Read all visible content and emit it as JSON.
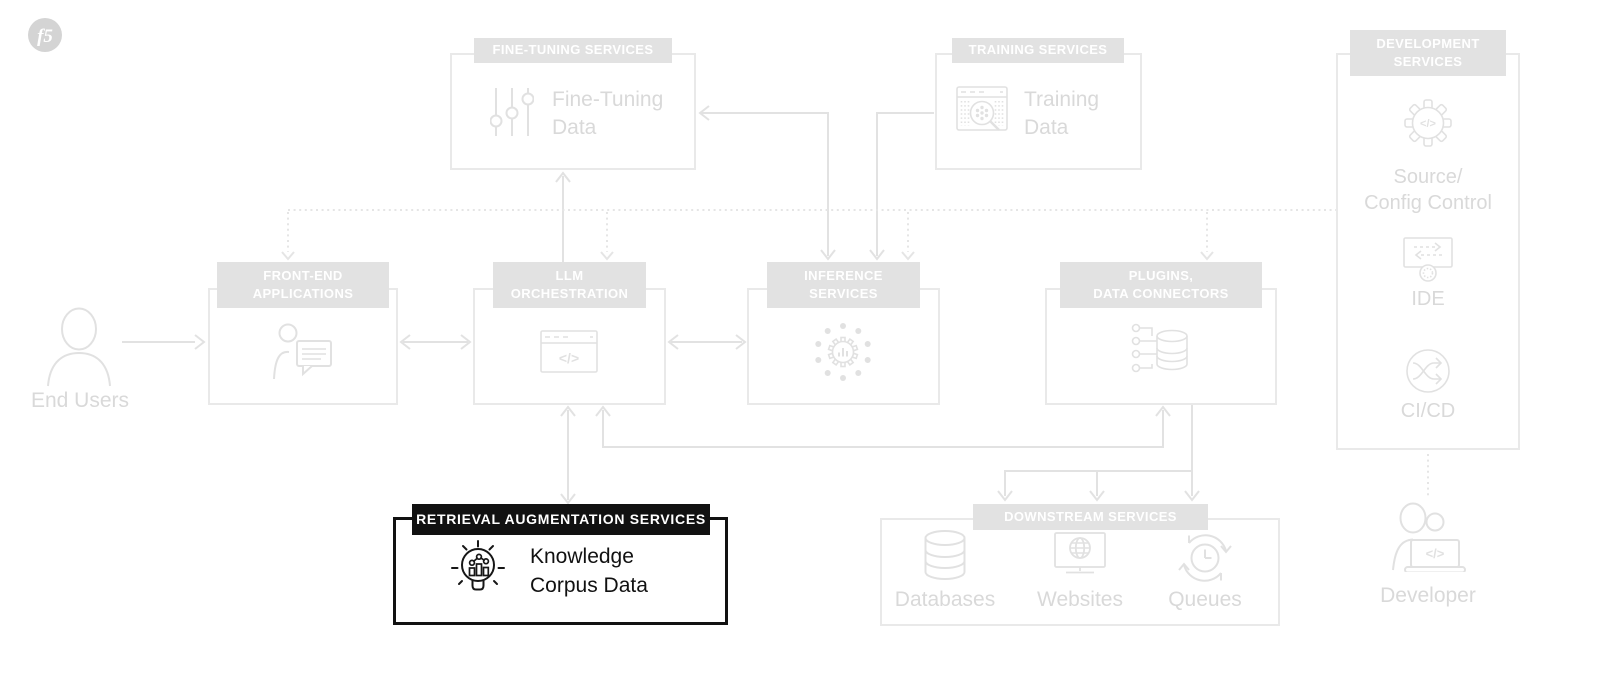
{
  "brand": {
    "logo": "f5"
  },
  "colors": {
    "highlight": "#111111",
    "faded_border": "#e9e9e9",
    "faded_fill": "#e2e2e2",
    "faded_text": "#d9d9d9",
    "header_text": "#ffffff"
  },
  "icons": {
    "code_glyph": "</>",
    "names": [
      "f5-logo-icon",
      "sliders-icon",
      "data-search-icon",
      "gear-code-icon",
      "ide-icon",
      "cicd-icon",
      "person-icon",
      "chat-user-icon",
      "browser-code-icon",
      "ai-gear-icon",
      "data-connector-icon",
      "bulb-chart-icon",
      "database-icon",
      "website-icon",
      "queues-icon",
      "developer-icon"
    ]
  },
  "diagram": {
    "fine_tuning": {
      "header": "FINE-TUNING SERVICES",
      "label": "Fine-Tuning\nData",
      "icon": "sliders-icon"
    },
    "training": {
      "header": "TRAINING SERVICES",
      "label": "Training\nData",
      "icon": "data-search-icon"
    },
    "development": {
      "header": "DEVELOPMENT\nSERVICES",
      "items": [
        {
          "label": "Source/\nConfig Control",
          "icon": "gear-code-icon"
        },
        {
          "label": "IDE",
          "icon": "ide-icon"
        },
        {
          "label": "CI/CD",
          "icon": "cicd-icon"
        }
      ],
      "actor": {
        "label": "Developer",
        "icon": "developer-icon"
      }
    },
    "end_users": {
      "label": "End Users",
      "icon": "person-icon"
    },
    "front_end": {
      "header": "FRONT-END\nAPPLICATIONS",
      "icon": "chat-user-icon"
    },
    "llm_orchestration": {
      "header": "LLM\nORCHESTRATION",
      "icon": "browser-code-icon"
    },
    "inference": {
      "header": "INFERENCE\nSERVICES",
      "icon": "ai-gear-icon"
    },
    "plugins": {
      "header": "PLUGINS,\nDATA CONNECTORS",
      "icon": "data-connector-icon"
    },
    "retrieval_augmentation": {
      "header": "RETRIEVAL AUGMENTATION SERVICES",
      "label": "Knowledge\nCorpus Data",
      "icon": "bulb-chart-icon",
      "highlighted": true
    },
    "downstream": {
      "header": "DOWNSTREAM SERVICES",
      "items": [
        {
          "label": "Databases",
          "icon": "database-icon"
        },
        {
          "label": "Websites",
          "icon": "website-icon"
        },
        {
          "label": "Queues",
          "icon": "queues-icon"
        }
      ]
    }
  }
}
